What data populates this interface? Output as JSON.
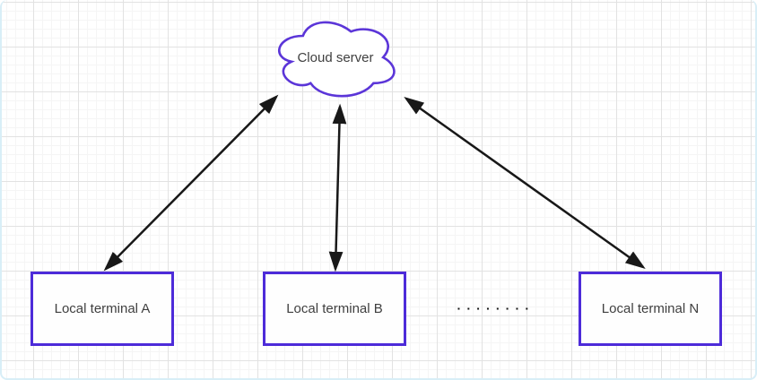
{
  "diagram": {
    "cloud": {
      "label": "Cloud server",
      "shape": "cloud"
    },
    "terminals": [
      {
        "id": "A",
        "label": "Local terminal A",
        "shape": "rectangle"
      },
      {
        "id": "B",
        "label": "Local terminal B",
        "shape": "rectangle"
      },
      {
        "id": "N",
        "label": "Local terminal N",
        "shape": "rectangle"
      }
    ],
    "ellipsis": "▪▪▪▪▪▪▪▪",
    "edges": [
      {
        "from": "Cloud server",
        "to": "Local terminal A",
        "direction": "bidirectional"
      },
      {
        "from": "Cloud server",
        "to": "Local terminal B",
        "direction": "bidirectional"
      },
      {
        "from": "Cloud server",
        "to": "Local terminal N",
        "direction": "bidirectional"
      }
    ],
    "colors": {
      "background": "#ffffff",
      "grid_minor": "#f5f5f5",
      "grid_major": "#e2e2e2",
      "page_edge": "#d8eef7",
      "node_border": "#4d2bd9",
      "cloud_stroke": "#5b35d8",
      "arrow": "#181818",
      "label_text": "#3f3f3f",
      "dot": "#111111"
    }
  }
}
